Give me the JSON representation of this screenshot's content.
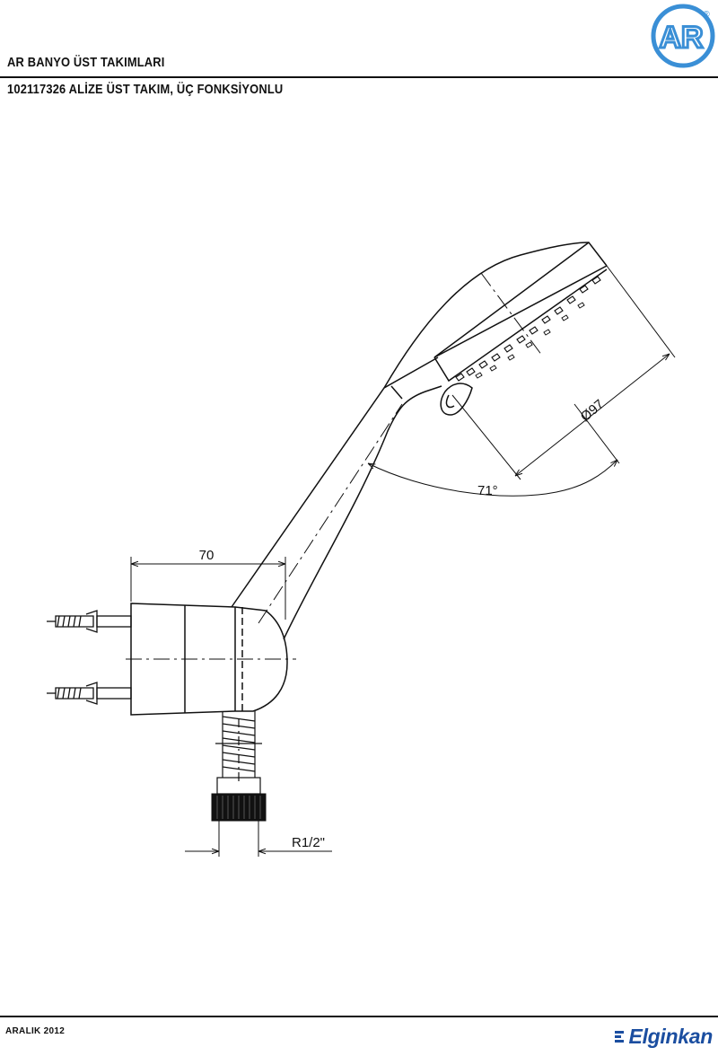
{
  "header": {
    "title": "AR BANYO ÜST TAKIMLARI",
    "subtitle": "102117326 ALİZE ÜST TAKIM, ÜÇ FONKSİYONLU",
    "logo_text": "AR",
    "logo_registered": "®"
  },
  "drawing": {
    "dim_width": "70",
    "dim_diameter": "Ø97",
    "dim_angle": "71°",
    "dim_thread": "R1/2\""
  },
  "footer": {
    "date": "ARALIK 2012",
    "brand": "Elginkan"
  },
  "colors": {
    "logo_blue": "#3a8fd6",
    "brand_blue": "#1b4ea0",
    "line": "#111111"
  }
}
